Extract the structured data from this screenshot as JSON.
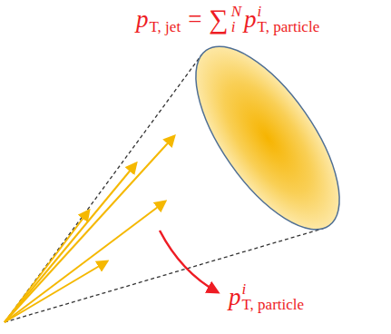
{
  "diagram": {
    "labels": [
      "p",
      "T, jet",
      "=",
      "∑",
      "N",
      "i",
      "p",
      "i",
      "T, particle",
      "p",
      "i",
      "T, particle"
    ]
  }
}
